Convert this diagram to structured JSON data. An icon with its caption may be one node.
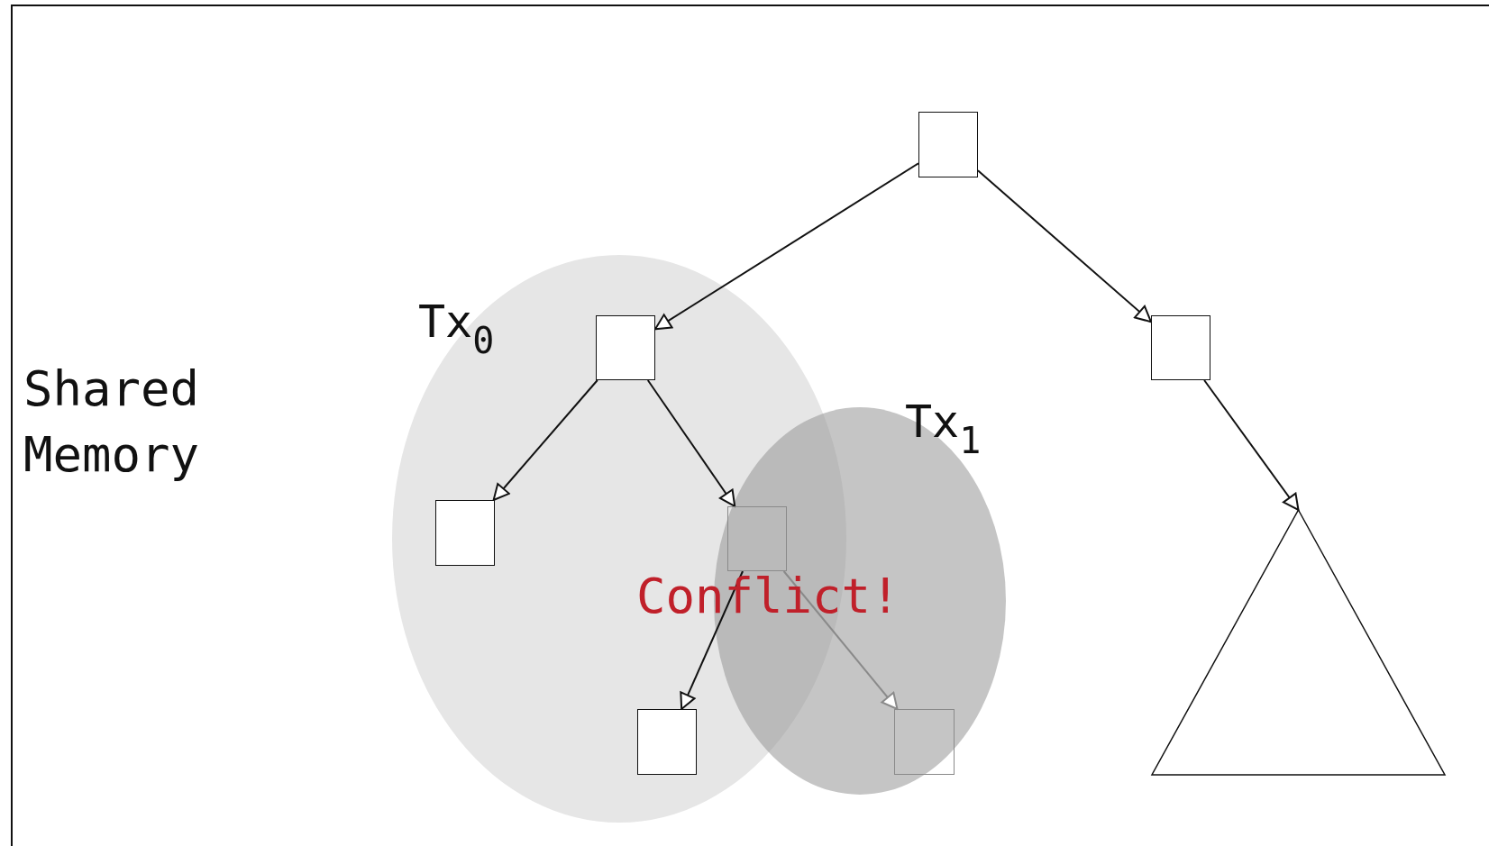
{
  "diagram": {
    "nodes": [
      {
        "text": [],
        "shape": "box"
      },
      {
        "text": [
          "Tx$_{0}$"
        ]
      },
      {
        "text": [],
        "shape": "box",
        "in": 1
      },
      {
        "text": [],
        "shape": "box"
      },
      {
        "text": [],
        "shape": "box",
        "in": 1
      },
      {
        "text": [
          "Tx$_{1}$"
        ]
      },
      {
        "text": [],
        "shape": "box"
      },
      {
        "text": [],
        "shape": "box",
        "in": 1
      },
      {
        "text": [],
        "shape": "box",
        "in": 5
      },
      {
        "text": [],
        "shape": "triangle"
      }
    ],
    "edges": [
      {
        "from": 0,
        "to": 2,
        "arrow": "to"
      },
      {
        "from": 0,
        "to": 3,
        "arrow": "to"
      },
      {
        "from": 2,
        "to": 4,
        "arrow": "to"
      },
      {
        "from": 2,
        "to": 6,
        "arrow": "to"
      },
      {
        "from": 6,
        "to": 7,
        "arrow": "to"
      },
      {
        "from": 6,
        "to": 8,
        "arrow": "to",
        "color": "#8a8a8a"
      },
      {
        "from": 3,
        "to": 9,
        "arrow": "to"
      }
    ],
    "labels": [
      "Shared Memory",
      "Conflict!"
    ]
  }
}
